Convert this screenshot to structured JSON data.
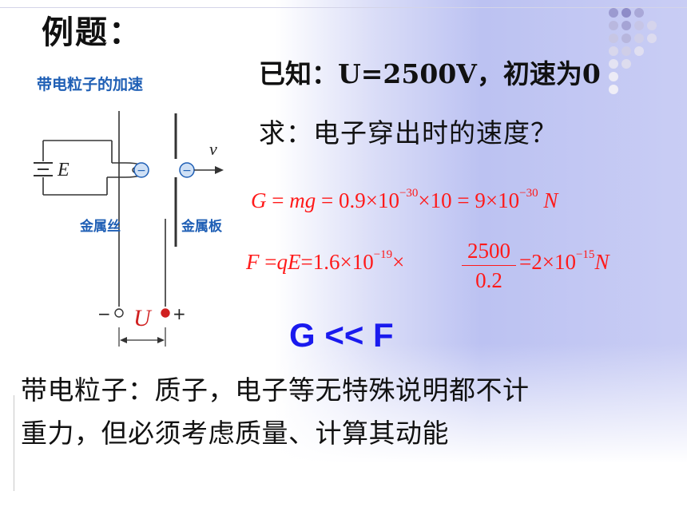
{
  "slide": {
    "title": "例题：",
    "known": "已知：U=2500V，初速为0",
    "ask": "求：电子穿出时的速度？",
    "formula_g": {
      "lhs": "G",
      "mid": "mg",
      "coef1": "0.9",
      "base": "10",
      "exp1": "−30",
      "mult": "10",
      "coef2": "9",
      "exp2": "−30",
      "unit": "N"
    },
    "formula_f": {
      "lhs": "F",
      "mid": "qE",
      "coef1": "1.6",
      "base": "10",
      "exp1": "−19",
      "numerator": "2500",
      "denominator": "0.2",
      "coef2": "2",
      "exp2": "−15",
      "unit": "N"
    },
    "comparison": "G << F",
    "note_line1": "带电粒子：质子，电子等无特殊说明都不计",
    "note_line2": "重力，但必须考虑质量、计算其动能"
  },
  "diagram": {
    "caption": "带电粒子的加速",
    "source_label": "E",
    "wire_label": "金属丝",
    "plate_label": "金属板",
    "velocity_label": "v",
    "voltage_label": "U",
    "minus_sign": "−",
    "plus_sign": "+",
    "particle_sign": "−"
  },
  "colors": {
    "formula": "#ff1a1a",
    "comparison": "#1a1aee",
    "diagram_blue": "#1f5fb5",
    "positive_terminal": "#d02020",
    "voltage_label": "#d02020"
  }
}
